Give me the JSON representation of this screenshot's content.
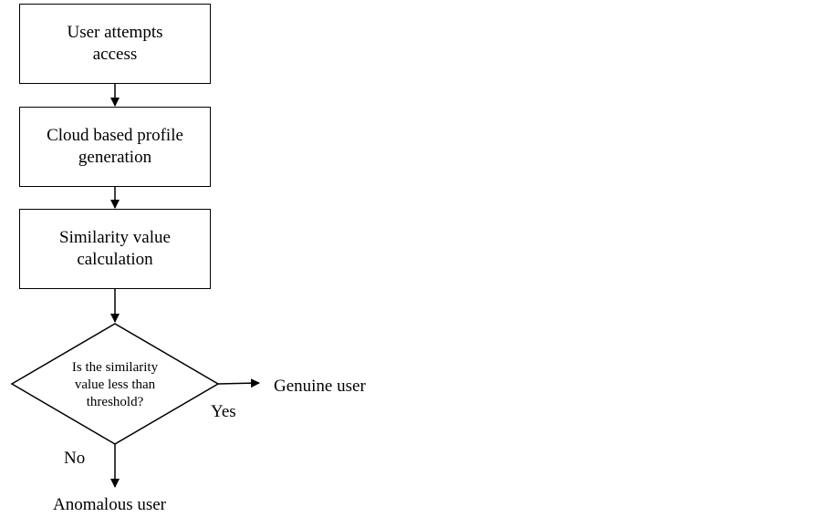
{
  "flowchart": {
    "step1": {
      "line1": "User attempts",
      "line2": "access"
    },
    "step2": {
      "line1": "Cloud based profile",
      "line2": "generation"
    },
    "step3": {
      "line1": "Similarity value",
      "line2": "calculation"
    },
    "decision": {
      "line1": "Is the similarity",
      "line2": "value less than",
      "line3": "threshold?"
    },
    "yes_label": "Yes",
    "no_label": "No",
    "yes_outcome": "Genuine user",
    "no_outcome": "Anomalous user"
  }
}
